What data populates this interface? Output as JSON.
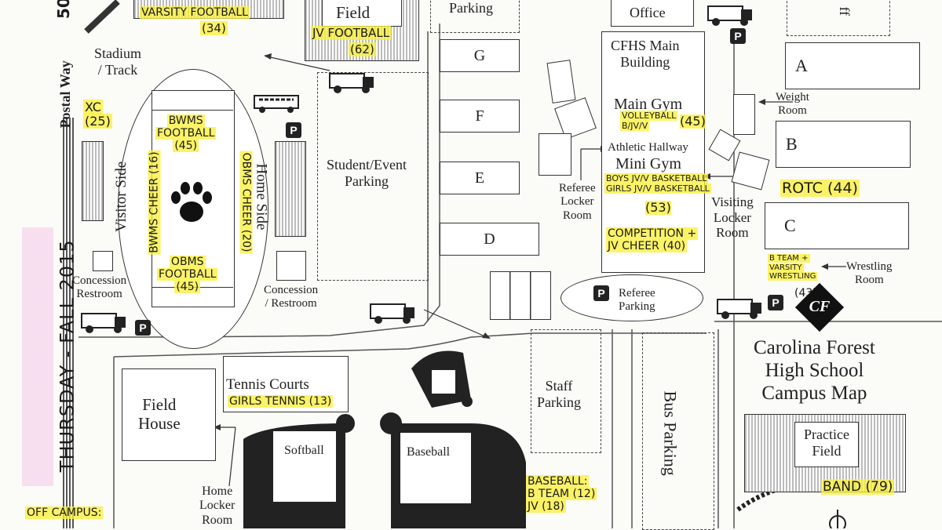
{
  "map": {
    "title_lines": [
      "Carolina Forest",
      "High School",
      "Campus Map"
    ],
    "logo_text": "CF",
    "side_note": "THURSDAY - FALL 2015",
    "top_number": "50",
    "colors": {
      "highlight": "#faf03c",
      "ink": "#222222",
      "pink": "#f6c8e8"
    }
  },
  "streets": {
    "postal_way": "Postal Way"
  },
  "places": {
    "stadium": [
      "Stadium",
      "/ Track"
    ],
    "visitor_side": "Visitor Side",
    "home_side": "Home Side",
    "concession_left": [
      "Concession",
      "Restroom"
    ],
    "concession_right": [
      "Concession",
      "/ Restroom"
    ],
    "student_event_parking": [
      "Student/Event",
      "Parking"
    ],
    "parking_top": "Parking",
    "field_top": "Field",
    "cfhs_main": [
      "CFHS Main",
      "Building"
    ],
    "main_gym": "Main Gym",
    "athletic_hallway": "Athletic Hallway",
    "mini_gym": "Mini Gym",
    "referee_locker": [
      "Referee",
      "Locker",
      "Room"
    ],
    "visiting_locker": [
      "Visiting",
      "Locker",
      "Room"
    ],
    "weight_room": [
      "Weight",
      "Room"
    ],
    "wrestling_room": [
      "Wrestling",
      "Room"
    ],
    "referee_parking": [
      "Referee",
      "Parking"
    ],
    "staff_parking": [
      "Staff",
      "Parking"
    ],
    "bus_parking": "Bus Parking",
    "field_house": [
      "Field",
      "House"
    ],
    "tennis_courts": "Tennis Courts",
    "softball": "Softball",
    "baseball": "Baseball",
    "home_locker": [
      "Home",
      "Locker",
      "Room"
    ],
    "practice_field": [
      "Practice",
      "Field"
    ],
    "office_partial": "Office",
    "staff_partial": "ff"
  },
  "lots": {
    "g": "G",
    "f": "F",
    "e": "E",
    "d": "D",
    "a": "A",
    "b": "B",
    "c": "C"
  },
  "parking_symbol": "P",
  "notes": {
    "varsity_football": [
      "VARSITY FOOTBALL",
      "(34)"
    ],
    "jv_football": [
      "JV FOOTBALL",
      "(62)"
    ],
    "xc": [
      "XC",
      "(25)"
    ],
    "bwms_football": [
      "BWMS",
      "FOOTBALL",
      "(45)"
    ],
    "bwms_cheer": "BWMS CHEER (16)",
    "obms_cheer": "OBMS CHEER (20)",
    "obms_football": [
      "OBMS",
      "FOOTBALL",
      "(45)"
    ],
    "volleyball": [
      "VOLLEYBALL",
      "B/JV/V",
      "(45)"
    ],
    "basketball": [
      "BOYS JV/V BASKETBALL",
      "GIRLS JV/V BASKETBALL",
      "(53)"
    ],
    "competition_cheer": [
      "COMPETITION +",
      "JV CHEER (40)"
    ],
    "rotc": "ROTC (44)",
    "wrestling": [
      "B TEAM +",
      "VARSITY",
      "WRESTLING",
      "(43)"
    ],
    "girls_tennis": "GIRLS TENNIS (13)",
    "baseball_note": [
      "BASEBALL:",
      "B TEAM (12)",
      "JV (18)"
    ],
    "band": "BAND (79)",
    "off_campus": "OFF CAMPUS:"
  }
}
